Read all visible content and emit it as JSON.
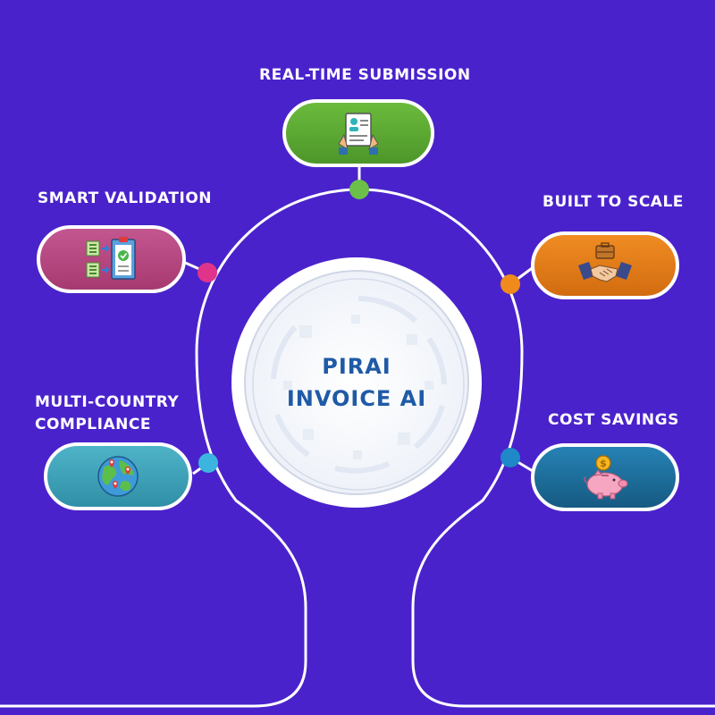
{
  "hub": {
    "line1": "PIRAI",
    "line2": "INVOICE AI"
  },
  "features": {
    "realtime": {
      "label": "REAL-TIME SUBMISSION",
      "icon": "document-review-icon",
      "color": "#55a82e",
      "dot_color": "#6cc04a"
    },
    "validation": {
      "label": "SMART VALIDATION",
      "icon": "clipboard-check-icon",
      "color": "#b8467f",
      "dot_color": "#e0348a"
    },
    "scale": {
      "label": "BUILT TO SCALE",
      "icon": "handshake-icon",
      "color": "#e07b16",
      "dot_color": "#f08a1c"
    },
    "compliance": {
      "label_line1": "MULTI-COUNTRY",
      "label_line2": "COMPLIANCE",
      "icon": "globe-icon",
      "color": "#3aa1b8",
      "dot_color": "#3bb5e0"
    },
    "savings": {
      "label": "COST SAVINGS",
      "icon": "piggy-bank-icon",
      "color": "#1b6f98",
      "dot_color": "#1e88c8"
    }
  }
}
